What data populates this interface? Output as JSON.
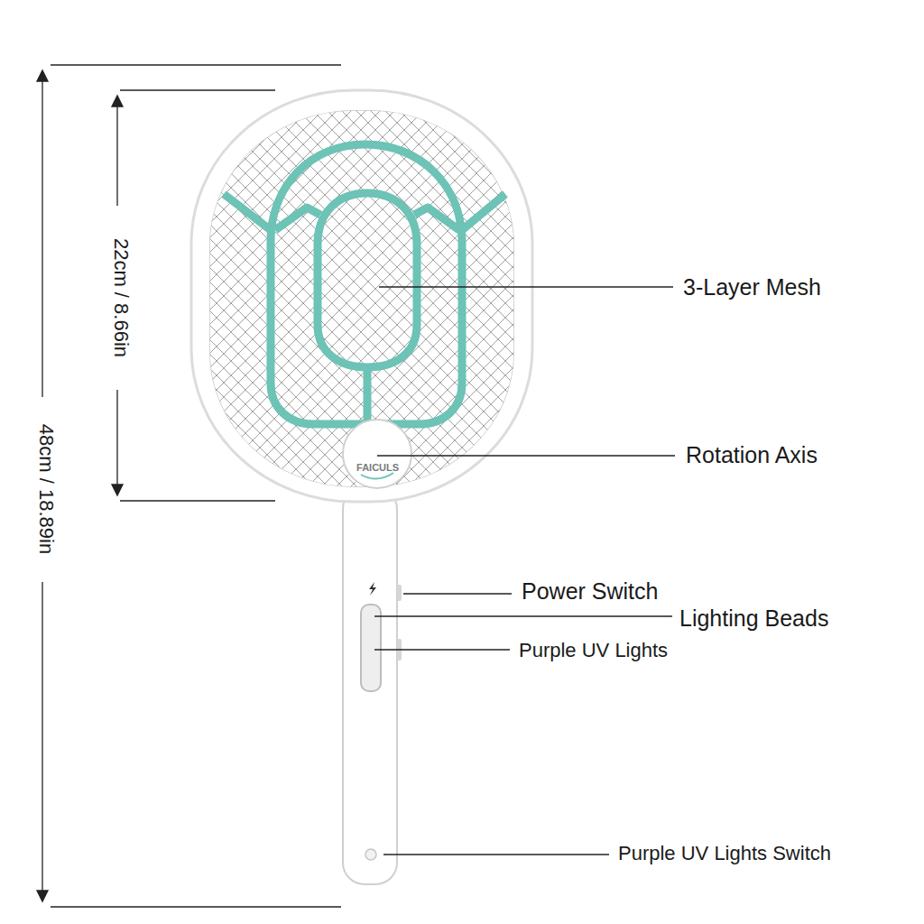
{
  "diagram": {
    "labels": [
      "48cm / 18.89in",
      "22cm / 8.66in",
      "3-Layer Mesh",
      "Rotation Axis",
      "Power Switch",
      "Lighting Beads",
      "Purple UV Lights",
      "Purple UV Lights Switch",
      "FAICULS"
    ]
  }
}
